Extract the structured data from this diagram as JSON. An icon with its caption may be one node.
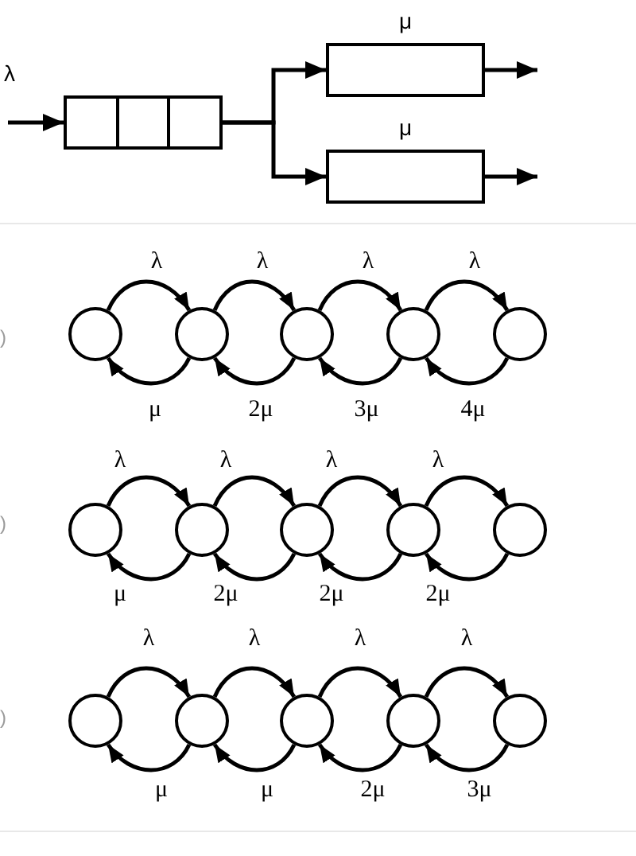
{
  "diagram": {
    "nodes": [
      {
        "text": [],
        "shape": "box"
      },
      {
        "text": [],
        "shape": "box",
        "beside": [
          "μ"
        ]
      },
      {
        "text": [],
        "shape": "box",
        "beside": [
          "μ"
        ]
      },
      {
        "text": [],
        "shape": "circle"
      },
      {
        "text": [],
        "shape": "circle"
      },
      {
        "text": [],
        "shape": "circle"
      },
      {
        "text": [],
        "shape": "circle"
      },
      {
        "text": [],
        "shape": "circle"
      },
      {
        "text": [],
        "shape": "circle"
      },
      {
        "text": [],
        "shape": "circle"
      },
      {
        "text": [],
        "shape": "circle"
      },
      {
        "text": [],
        "shape": "circle"
      },
      {
        "text": [],
        "shape": "circle"
      },
      {
        "text": [],
        "shape": "circle"
      },
      {
        "text": [],
        "shape": "circle"
      },
      {
        "text": [],
        "shape": "circle"
      },
      {
        "text": [],
        "shape": "circle"
      },
      {
        "text": [],
        "shape": "circle"
      }
    ],
    "edges": [
      {
        "from": null,
        "to": 0,
        "arrow": "to",
        "label": "λ"
      },
      {
        "from": 0,
        "to": 1,
        "arrow": "to"
      },
      {
        "from": 0,
        "to": 2,
        "arrow": "to"
      },
      {
        "from": 1,
        "to": null,
        "arrow": "to"
      },
      {
        "from": 2,
        "to": null,
        "arrow": "to"
      },
      {
        "from": 3,
        "to": 4,
        "arrow": "to",
        "label": "λ"
      },
      {
        "from": 4,
        "to": 3,
        "arrow": "to",
        "label": "μ"
      },
      {
        "from": 4,
        "to": 5,
        "arrow": "to",
        "label": "λ"
      },
      {
        "from": 5,
        "to": 4,
        "arrow": "to",
        "label": "2μ"
      },
      {
        "from": 5,
        "to": 6,
        "arrow": "to",
        "label": "λ"
      },
      {
        "from": 6,
        "to": 5,
        "arrow": "to",
        "label": "3μ"
      },
      {
        "from": 6,
        "to": 7,
        "arrow": "to",
        "label": "λ"
      },
      {
        "from": 7,
        "to": 6,
        "arrow": "to",
        "label": "4μ"
      },
      {
        "from": 8,
        "to": 9,
        "arrow": "to",
        "label": "λ"
      },
      {
        "from": 9,
        "to": 8,
        "arrow": "to",
        "label": "μ"
      },
      {
        "from": 9,
        "to": 10,
        "arrow": "to",
        "label": "λ"
      },
      {
        "from": 10,
        "to": 9,
        "arrow": "to",
        "label": "2μ"
      },
      {
        "from": 10,
        "to": 11,
        "arrow": "to",
        "label": "λ"
      },
      {
        "from": 11,
        "to": 10,
        "arrow": "to",
        "label": "2μ"
      },
      {
        "from": 11,
        "to": 12,
        "arrow": "to",
        "label": "λ"
      },
      {
        "from": 12,
        "to": 11,
        "arrow": "to",
        "label": "2μ"
      },
      {
        "from": 13,
        "to": 14,
        "arrow": "to",
        "label": "λ"
      },
      {
        "from": 14,
        "to": 13,
        "arrow": "to",
        "label": "μ"
      },
      {
        "from": 14,
        "to": 15,
        "arrow": "to",
        "label": "λ"
      },
      {
        "from": 15,
        "to": 14,
        "arrow": "to",
        "label": "μ"
      },
      {
        "from": 15,
        "to": 16,
        "arrow": "to",
        "label": "λ"
      },
      {
        "from": 16,
        "to": 15,
        "arrow": "to",
        "label": "2μ"
      },
      {
        "from": 16,
        "to": 17,
        "arrow": "to",
        "label": "λ"
      },
      {
        "from": 17,
        "to": 16,
        "arrow": "to",
        "label": "3μ"
      }
    ],
    "labels": [
      ")",
      ")",
      ")"
    ]
  }
}
